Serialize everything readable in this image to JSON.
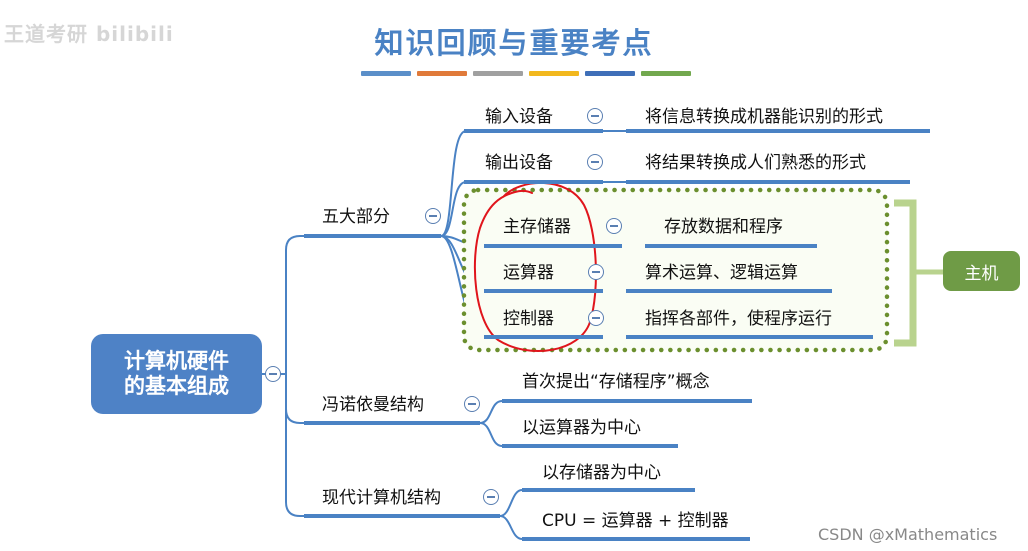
{
  "watermark": {
    "left": "王道考研 bilibili",
    "bottom_right": "CSDN @xMathematics"
  },
  "title": "知识回顾与重要考点",
  "color_bars": [
    "#5b8fc9",
    "#e07a3a",
    "#a0a0a0",
    "#f2b81e",
    "#3f6fb8",
    "#72a84e"
  ],
  "root": {
    "line1": "计算机硬件",
    "line2": "的基本组成"
  },
  "five_parts": {
    "label": "五大部分",
    "items": [
      {
        "name": "输入设备",
        "desc": "将信息转换成机器能识别的形式"
      },
      {
        "name": "输出设备",
        "desc": "将结果转换成人们熟悉的形式"
      },
      {
        "name": "主存储器",
        "desc": "存放数据和程序"
      },
      {
        "name": "运算器",
        "desc": "算术运算、逻辑运算"
      },
      {
        "name": "控制器",
        "desc": "指挥各部件，使程序运行"
      }
    ]
  },
  "host": "主机",
  "von_neumann": {
    "label": "冯诺依曼结构",
    "items": [
      "首次提出“存储程序”概念",
      "以运算器为中心"
    ]
  },
  "modern": {
    "label": "现代计算机结构",
    "items": [
      "以存储器为中心",
      "CPU = 运算器 + 控制器"
    ]
  },
  "colors": {
    "accent": "#4a82c4",
    "root_fill": "#4e82c6",
    "host_fill": "#6f9b46",
    "bracket": "#b9d38e",
    "dotted_border": "#6b8f2e",
    "annotation": "#e0151c"
  }
}
